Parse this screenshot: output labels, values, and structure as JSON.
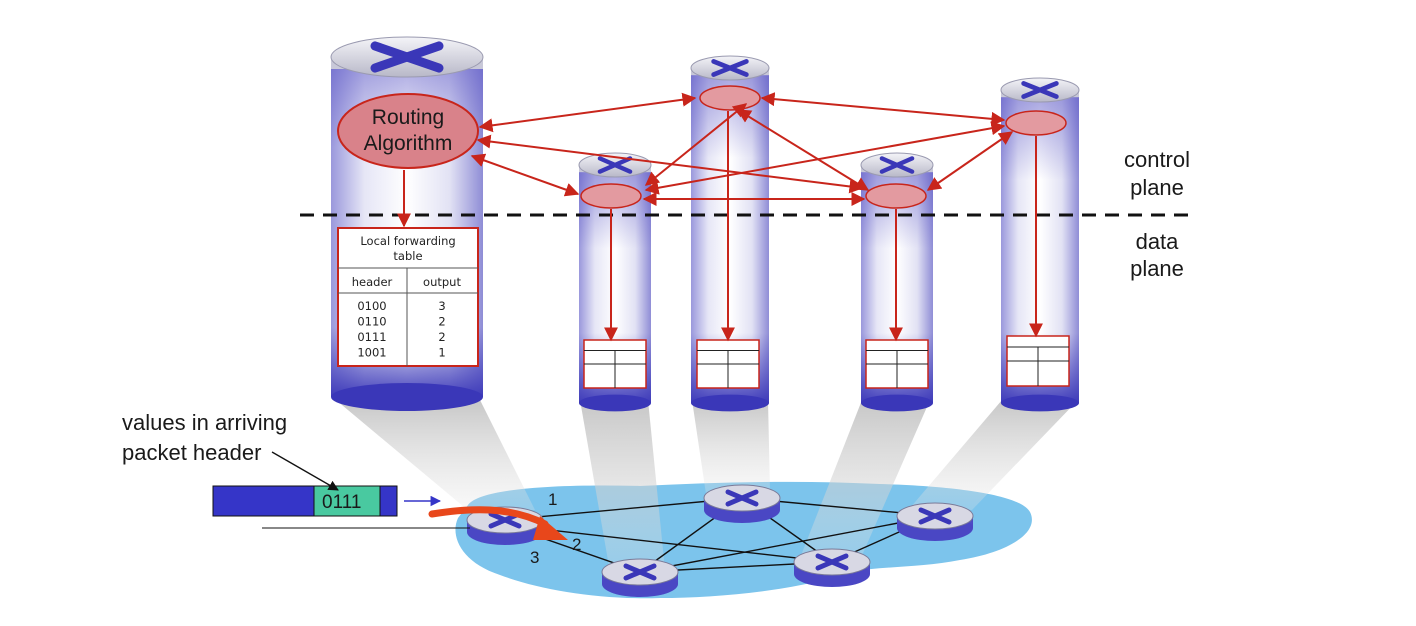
{
  "labels": {
    "routing_algorithm": [
      "Routing",
      "Algorithm"
    ],
    "control_plane": [
      "control",
      "plane"
    ],
    "data_plane": [
      "data",
      "plane"
    ],
    "arriving_header": [
      "values in arriving",
      "packet header"
    ],
    "packet_value": "0111"
  },
  "forwarding_table": {
    "title": [
      "Local forwarding",
      "table"
    ],
    "col_header": "header",
    "col_output": "output",
    "rows": [
      {
        "header": "0100",
        "output": "3"
      },
      {
        "header": "0110",
        "output": "2"
      },
      {
        "header": "0111",
        "output": "2"
      },
      {
        "header": "1001",
        "output": "1"
      }
    ]
  },
  "ports": {
    "p1": "1",
    "p2": "2",
    "p3": "3"
  },
  "colors": {
    "arrow_red": "#c8251b",
    "cylinder_blue": "#3a37b8",
    "network_cloud": "#7cc4ec",
    "packet_blue": "#3535c8",
    "packet_value_bg": "#49c9a0",
    "packet_arrow": "#e8471b"
  }
}
